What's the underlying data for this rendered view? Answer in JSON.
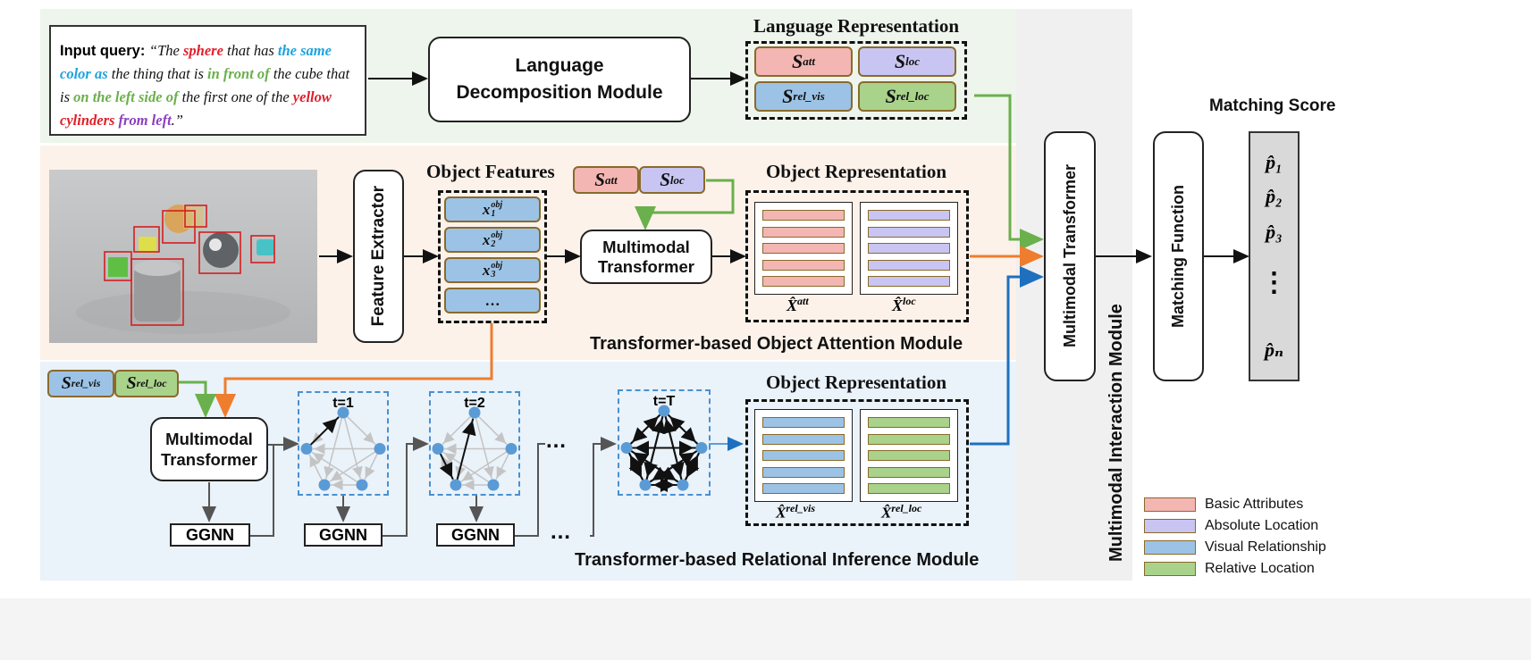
{
  "query": {
    "label": "Input query:",
    "segments": [
      {
        "text": "“The ",
        "color": "#111111"
      },
      {
        "text": "sphere",
        "color": "#e0202b"
      },
      {
        "text": " that has ",
        "color": "#111111"
      },
      {
        "text": "the same color as",
        "color": "#1fa3dc"
      },
      {
        "text": " the thing that is ",
        "color": "#111111"
      },
      {
        "text": "in front of",
        "color": "#6ab04c"
      },
      {
        "text": " the cube that is ",
        "color": "#111111"
      },
      {
        "text": "on the left side of",
        "color": "#6ab04c"
      },
      {
        "text": " the first one of the ",
        "color": "#111111"
      },
      {
        "text": "yellow cylinders",
        "color": "#e0202b"
      },
      {
        "text": " ",
        "color": "#111111"
      },
      {
        "text": "from left",
        "color": "#8a3fbf"
      },
      {
        "text": ".”",
        "color": "#111111"
      }
    ]
  },
  "language_decomposition": "Language Decomposition Module",
  "language_representation": {
    "title": "Language Representation",
    "s_att": "S",
    "s_att_sup": "att",
    "s_loc": "S",
    "s_loc_sup": "loc",
    "s_rel_vis": "S",
    "s_rel_vis_sup": "rel_vis",
    "s_rel_loc": "S",
    "s_rel_loc_sup": "rel_loc"
  },
  "feature_extractor": "Feature Extractor",
  "object_features": {
    "title": "Object Features",
    "items": [
      {
        "base": "x",
        "sup": "obj",
        "sub": "1"
      },
      {
        "base": "x",
        "sup": "obj",
        "sub": "2"
      },
      {
        "base": "x",
        "sup": "obj",
        "sub": "3"
      }
    ],
    "ellipsis": "…"
  },
  "mt_att": {
    "s_att": "S",
    "s_att_sup": "att",
    "s_loc": "S",
    "s_loc_sup": "loc",
    "box": "Multimodal Transformer"
  },
  "obj_rep_top": {
    "title": "Object Representation",
    "lab_att": "X̂",
    "lab_att_sup": "att",
    "lab_loc": "X̂",
    "lab_loc_sup": "loc"
  },
  "toam_title": "Transformer-based Object Attention Module",
  "rel": {
    "s_vis": "S",
    "s_vis_sup": "rel_vis",
    "s_loc": "S",
    "s_loc_sup": "rel_loc",
    "box": "Multimodal Transformer",
    "t1": "t=1",
    "t2": "t=2",
    "tT": "t=T",
    "ggnn": "GGNN",
    "dots": "…",
    "obj_title": "Object Representation",
    "lab_vis": "X̂",
    "lab_vis_sup": "rel_vis",
    "lab_loc": "X̂",
    "lab_loc_sup": "rel_loc",
    "title": "Transformer-based Relational Inference Module"
  },
  "mit": {
    "box": "Multimodal Transformer",
    "module": "Multimodal Interaction Module"
  },
  "matching_function": "Matching Function",
  "matching_score": {
    "title": "Matching Score",
    "p1": "p̂₁",
    "p2": "p̂₂",
    "p3": "p̂₃",
    "dots": "⋮",
    "pN": "p̂ₙ"
  },
  "legend": [
    {
      "label": "Basic Attributes",
      "color": "#f3b6b3"
    },
    {
      "label": "Absolute Location",
      "color": "#c9c5f2"
    },
    {
      "label": "Visual Relationship",
      "color": "#9cc3e6"
    },
    {
      "label": "Relative Location",
      "color": "#a9d28b"
    }
  ],
  "colors": {
    "orange_arrow": "#ee7d2e",
    "green_arrow": "#6ab04c",
    "blue_arrow": "#1f6fbf"
  }
}
